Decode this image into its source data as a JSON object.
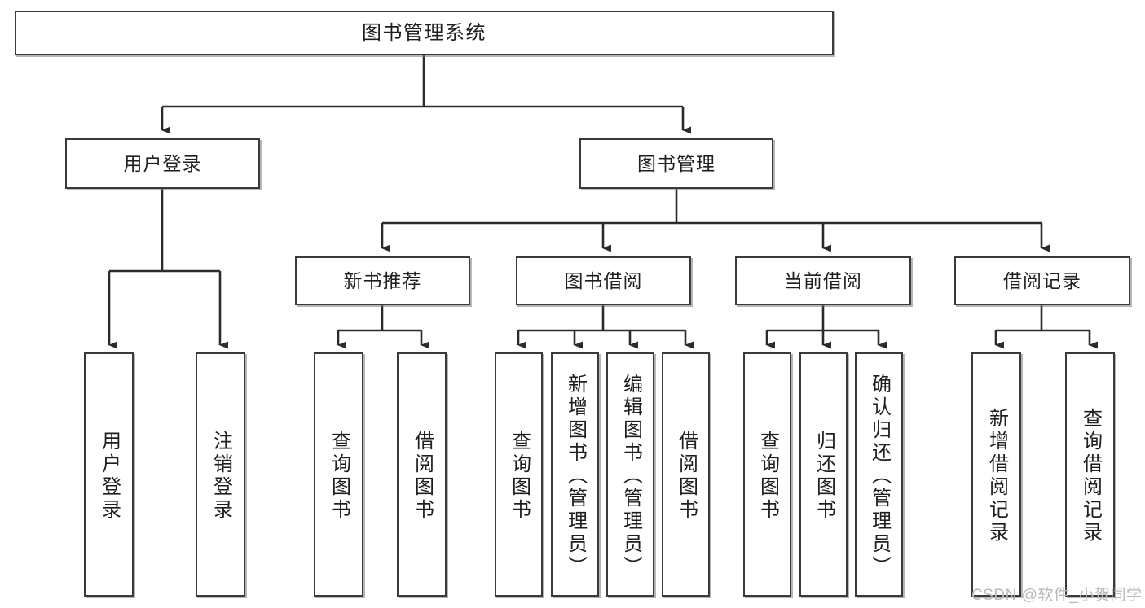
{
  "diagram": {
    "type": "tree-hierarchy",
    "title": "图书管理系统",
    "root": {
      "label": "图书管理系统"
    },
    "level2": [
      {
        "label": "用户登录"
      },
      {
        "label": "图书管理"
      }
    ],
    "level3": [
      {
        "label": "新书推荐"
      },
      {
        "label": "图书借阅"
      },
      {
        "label": "当前借阅"
      },
      {
        "label": "借阅记录"
      }
    ],
    "leaves": {
      "user_login": [
        {
          "label": "用户登录"
        },
        {
          "label": "注销登录"
        }
      ],
      "new_book_recommend": [
        {
          "label": "查询图书"
        },
        {
          "label": "借阅图书"
        }
      ],
      "book_borrow": [
        {
          "label": "查询图书"
        },
        {
          "label": "新增图书（管理员）"
        },
        {
          "label": "编辑图书（管理员）"
        },
        {
          "label": "借阅图书"
        }
      ],
      "current_borrow": [
        {
          "label": "查询图书"
        },
        {
          "label": "归还图书"
        },
        {
          "label": "确认归还（管理员）"
        }
      ],
      "borrow_record": [
        {
          "label": "新增借阅记录"
        },
        {
          "label": "查询借阅记录"
        }
      ]
    }
  },
  "watermark": {
    "text": "CSDN @软件_小贺同学"
  },
  "colors": {
    "stroke": "#3a3a3a",
    "fill": "#ffffff",
    "text": "#1f1f1f",
    "watermark": "#b9b9b9"
  }
}
